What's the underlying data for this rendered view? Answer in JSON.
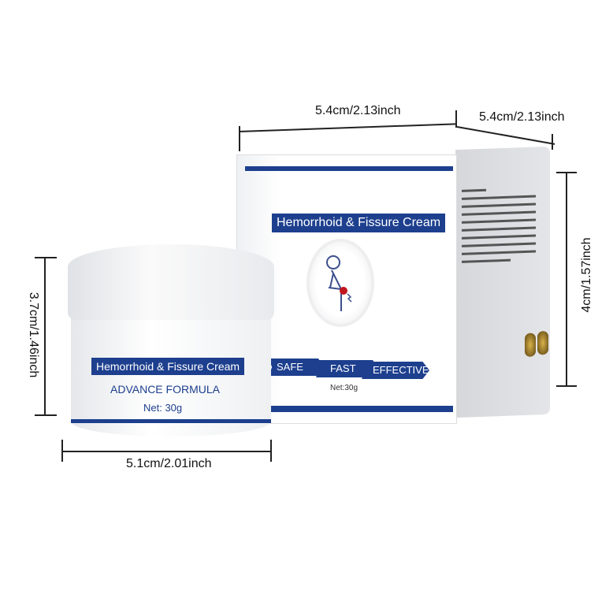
{
  "dimensions": {
    "box_width": "5.4cm/2.13inch",
    "box_depth": "5.4cm/2.13inch",
    "box_height": "4cm/1.57inch",
    "jar_height": "3.7cm/1.46inch",
    "jar_width": "5.1cm/2.01inch"
  },
  "box": {
    "title": "Hemorrhoid & Fissure Cream",
    "badges": [
      "SAFE",
      "FAST",
      "EFFECTIVE"
    ],
    "net": "Net:30g"
  },
  "jar": {
    "title": "Hemorrhoid & Fissure Cream",
    "subtitle": "ADVANCE FORMULA",
    "net": "Net: 30g"
  },
  "colors": {
    "brand_blue": "#1d3f8e",
    "pain_dot": "#c0161f"
  }
}
